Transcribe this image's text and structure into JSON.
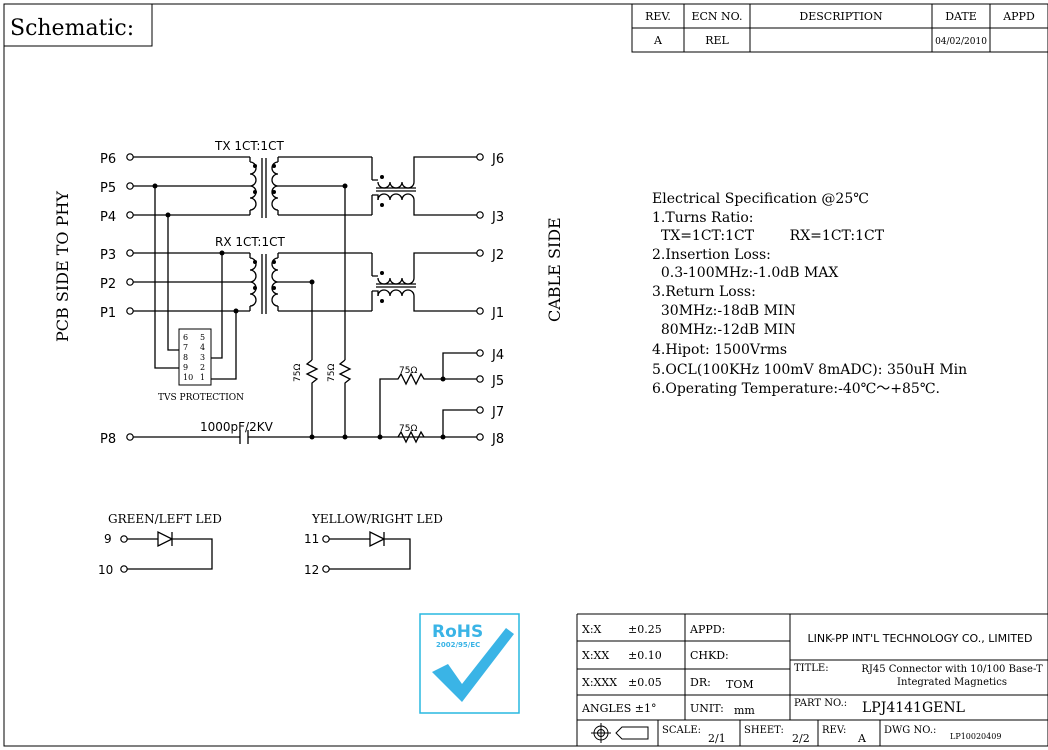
{
  "title": "Schematic:",
  "revision_table": {
    "headers": [
      "REV.",
      "ECN NO.",
      "DESCRIPTION",
      "DATE",
      "APPD"
    ],
    "row": [
      "A",
      "REL",
      "",
      "04/02/2010",
      ""
    ]
  },
  "side_labels": {
    "phy": "PCB SIDE TO PHY",
    "cable": "CABLE SIDE"
  },
  "pins_left": [
    "P6",
    "P5",
    "P4",
    "P3",
    "P2",
    "P1",
    "P8"
  ],
  "pins_right": [
    "J6",
    "J3",
    "J2",
    "J1",
    "J4",
    "J5",
    "J7",
    "J8"
  ],
  "transformer_labels": {
    "tx": "TX 1CT:1CT",
    "rx": "RX 1CT:1CT"
  },
  "cap_label": "1000pF/2KV",
  "resistor_label": "75Ω",
  "tvs": {
    "label": "TVS PROTECTION",
    "left_pins": [
      "6",
      "7",
      "8",
      "9",
      "10"
    ],
    "right_pins": [
      "5",
      "4",
      "3",
      "2",
      "1"
    ]
  },
  "leds": [
    {
      "label": "GREEN/LEFT LED",
      "pins": [
        "9",
        "10"
      ]
    },
    {
      "label": "YELLOW/RIGHT LED",
      "pins": [
        "11",
        "12"
      ]
    }
  ],
  "spec": {
    "title": "Electrical Specification @25℃",
    "lines": [
      "1.Turns Ratio:",
      "  TX=1CT:1CT        RX=1CT:1CT",
      "2.Insertion Loss:",
      "  0.3-100MHz:-1.0dB MAX",
      "3.Return Loss:",
      "  30MHz:-18dB MIN",
      "  80MHz:-12dB MIN",
      "4.Hipot: 1500Vrms",
      "5.OCL(100KHz 100mV 8mADC): 350uH Min",
      "6.Operating Temperature:-40℃～+85℃."
    ]
  },
  "rohs": {
    "title": "RoHS",
    "subtitle": "2002/95/EC"
  },
  "title_block": {
    "tol_x": "X:X",
    "tol_x_val": "±0.25",
    "tol_xx": "X:XX",
    "tol_xx_val": "±0.10",
    "tol_xxx": "X:XXX",
    "tol_xxx_val": "±0.05",
    "angles": "ANGLES ±1°",
    "appd": "APPD:",
    "chkd": "CHKD:",
    "dr": "DR:",
    "dr_val": "TOM",
    "unit": "UNIT:",
    "unit_val": "mm",
    "company": "LINK-PP INT'L TECHNOLOGY CO., LIMITED",
    "title_lbl": "TITLE:",
    "title_val1": "RJ45 Connector with 10/100 Base-T",
    "title_val2": "Integrated Magnetics",
    "partno_lbl": "PART NO.:",
    "partno_val": "LPJ4141GENL",
    "scale_lbl": "SCALE:",
    "scale_val": "2/1",
    "sheet_lbl": "SHEET:",
    "sheet_val": "2/2",
    "rev_lbl": "REV:",
    "rev_val": "A",
    "dwg_lbl": "DWG NO.:",
    "dwg_val": "LP10020409"
  }
}
